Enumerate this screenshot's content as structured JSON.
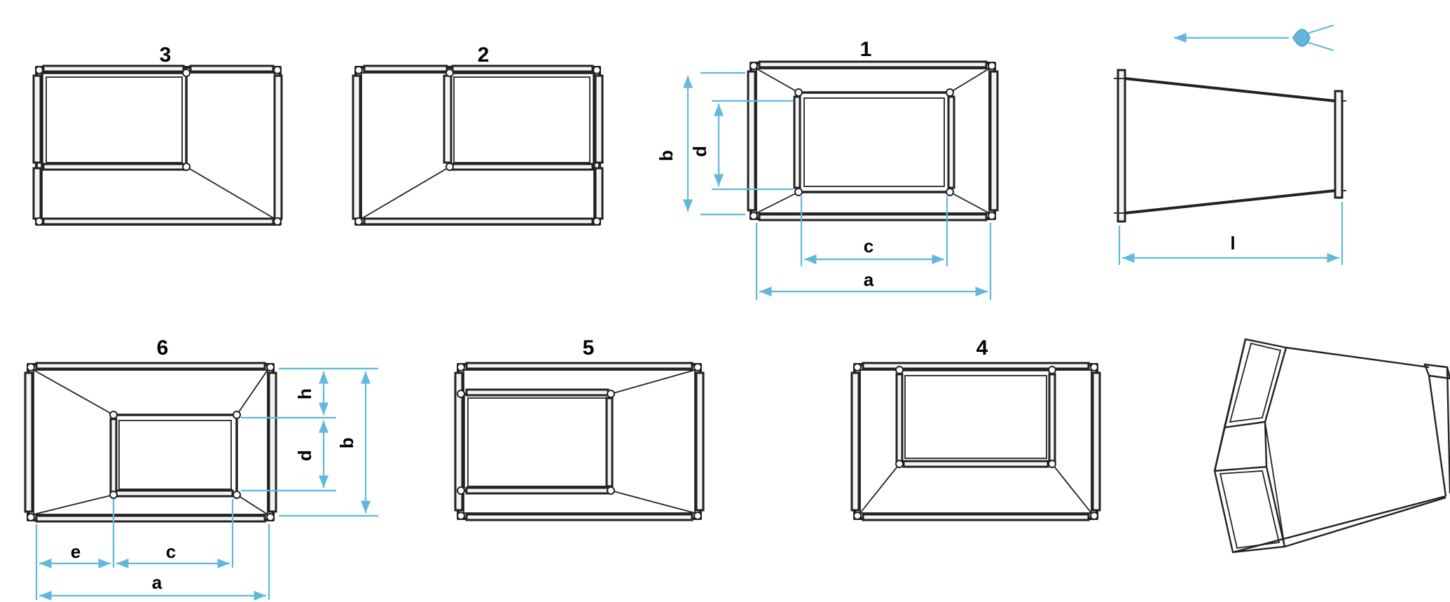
{
  "views": [
    {
      "id": "3",
      "label": "3"
    },
    {
      "id": "2",
      "label": "2"
    },
    {
      "id": "1",
      "label": "1"
    },
    {
      "id": "6",
      "label": "6"
    },
    {
      "id": "5",
      "label": "5"
    },
    {
      "id": "4",
      "label": "4"
    }
  ],
  "dimensions": {
    "view1": {
      "height_outer": "b",
      "height_inner": "d",
      "width_inner": "c",
      "width_outer": "a"
    },
    "side": {
      "length": "l"
    },
    "view6": {
      "offset_h": "h",
      "height_inner": "d",
      "height_outer": "b",
      "offset_e": "e",
      "width_inner": "c",
      "width_outer": "a"
    }
  },
  "colors": {
    "dimension_line": "#62b8dc",
    "outline": "#222222",
    "background": "#ffffff"
  },
  "icons": {
    "viewing_direction": "eye-icon"
  }
}
